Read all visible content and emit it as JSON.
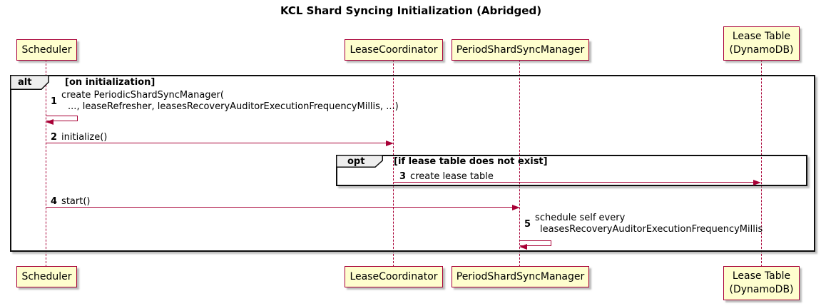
{
  "diagram": {
    "type": "sequence",
    "title": "KCL Shard Syncing Initialization (Abridged)"
  },
  "participants": [
    {
      "id": "scheduler",
      "label": "Scheduler"
    },
    {
      "id": "lease-coordinator",
      "label": "LeaseCoordinator"
    },
    {
      "id": "period-shard-sync-manager",
      "label": "PeriodShardSyncManager"
    },
    {
      "id": "lease-table",
      "lines": [
        "Lease Table",
        "(DynamoDB)"
      ]
    }
  ],
  "frames": {
    "alt": {
      "operator": "alt",
      "guard": "[on initialization]"
    },
    "opt": {
      "operator": "opt",
      "guard": "[if lease table does not exist]"
    }
  },
  "messages": [
    {
      "seq": "1",
      "kind": "self",
      "from": "Scheduler",
      "to": "Scheduler",
      "line1": "create PeriodicShardSyncManager(",
      "line2": "..., leaseRefresher, leasesRecoveryAuditorExecutionFrequencyMillis, ...)"
    },
    {
      "seq": "2",
      "kind": "arrow",
      "from": "Scheduler",
      "to": "LeaseCoordinator",
      "text": "initialize()"
    },
    {
      "seq": "3",
      "kind": "arrow",
      "from": "LeaseCoordinator",
      "to": "Lease Table (DynamoDB)",
      "text": "create lease table"
    },
    {
      "seq": "4",
      "kind": "arrow",
      "from": "Scheduler",
      "to": "PeriodShardSyncManager",
      "text": "start()"
    },
    {
      "seq": "5",
      "kind": "self",
      "from": "PeriodShardSyncManager",
      "to": "PeriodShardSyncManager",
      "line1": "schedule self every",
      "line2": "leasesRecoveryAuditorExecutionFrequencyMillis"
    }
  ],
  "colors": {
    "participant_fill": "#FEFECE",
    "participant_border": "#A80036",
    "lifeline": "#A80036",
    "arrow": "#A80036",
    "frame_border": "#0D0D0D",
    "operator_fill": "#EEEEEE",
    "background": "#FFFFFF"
  }
}
